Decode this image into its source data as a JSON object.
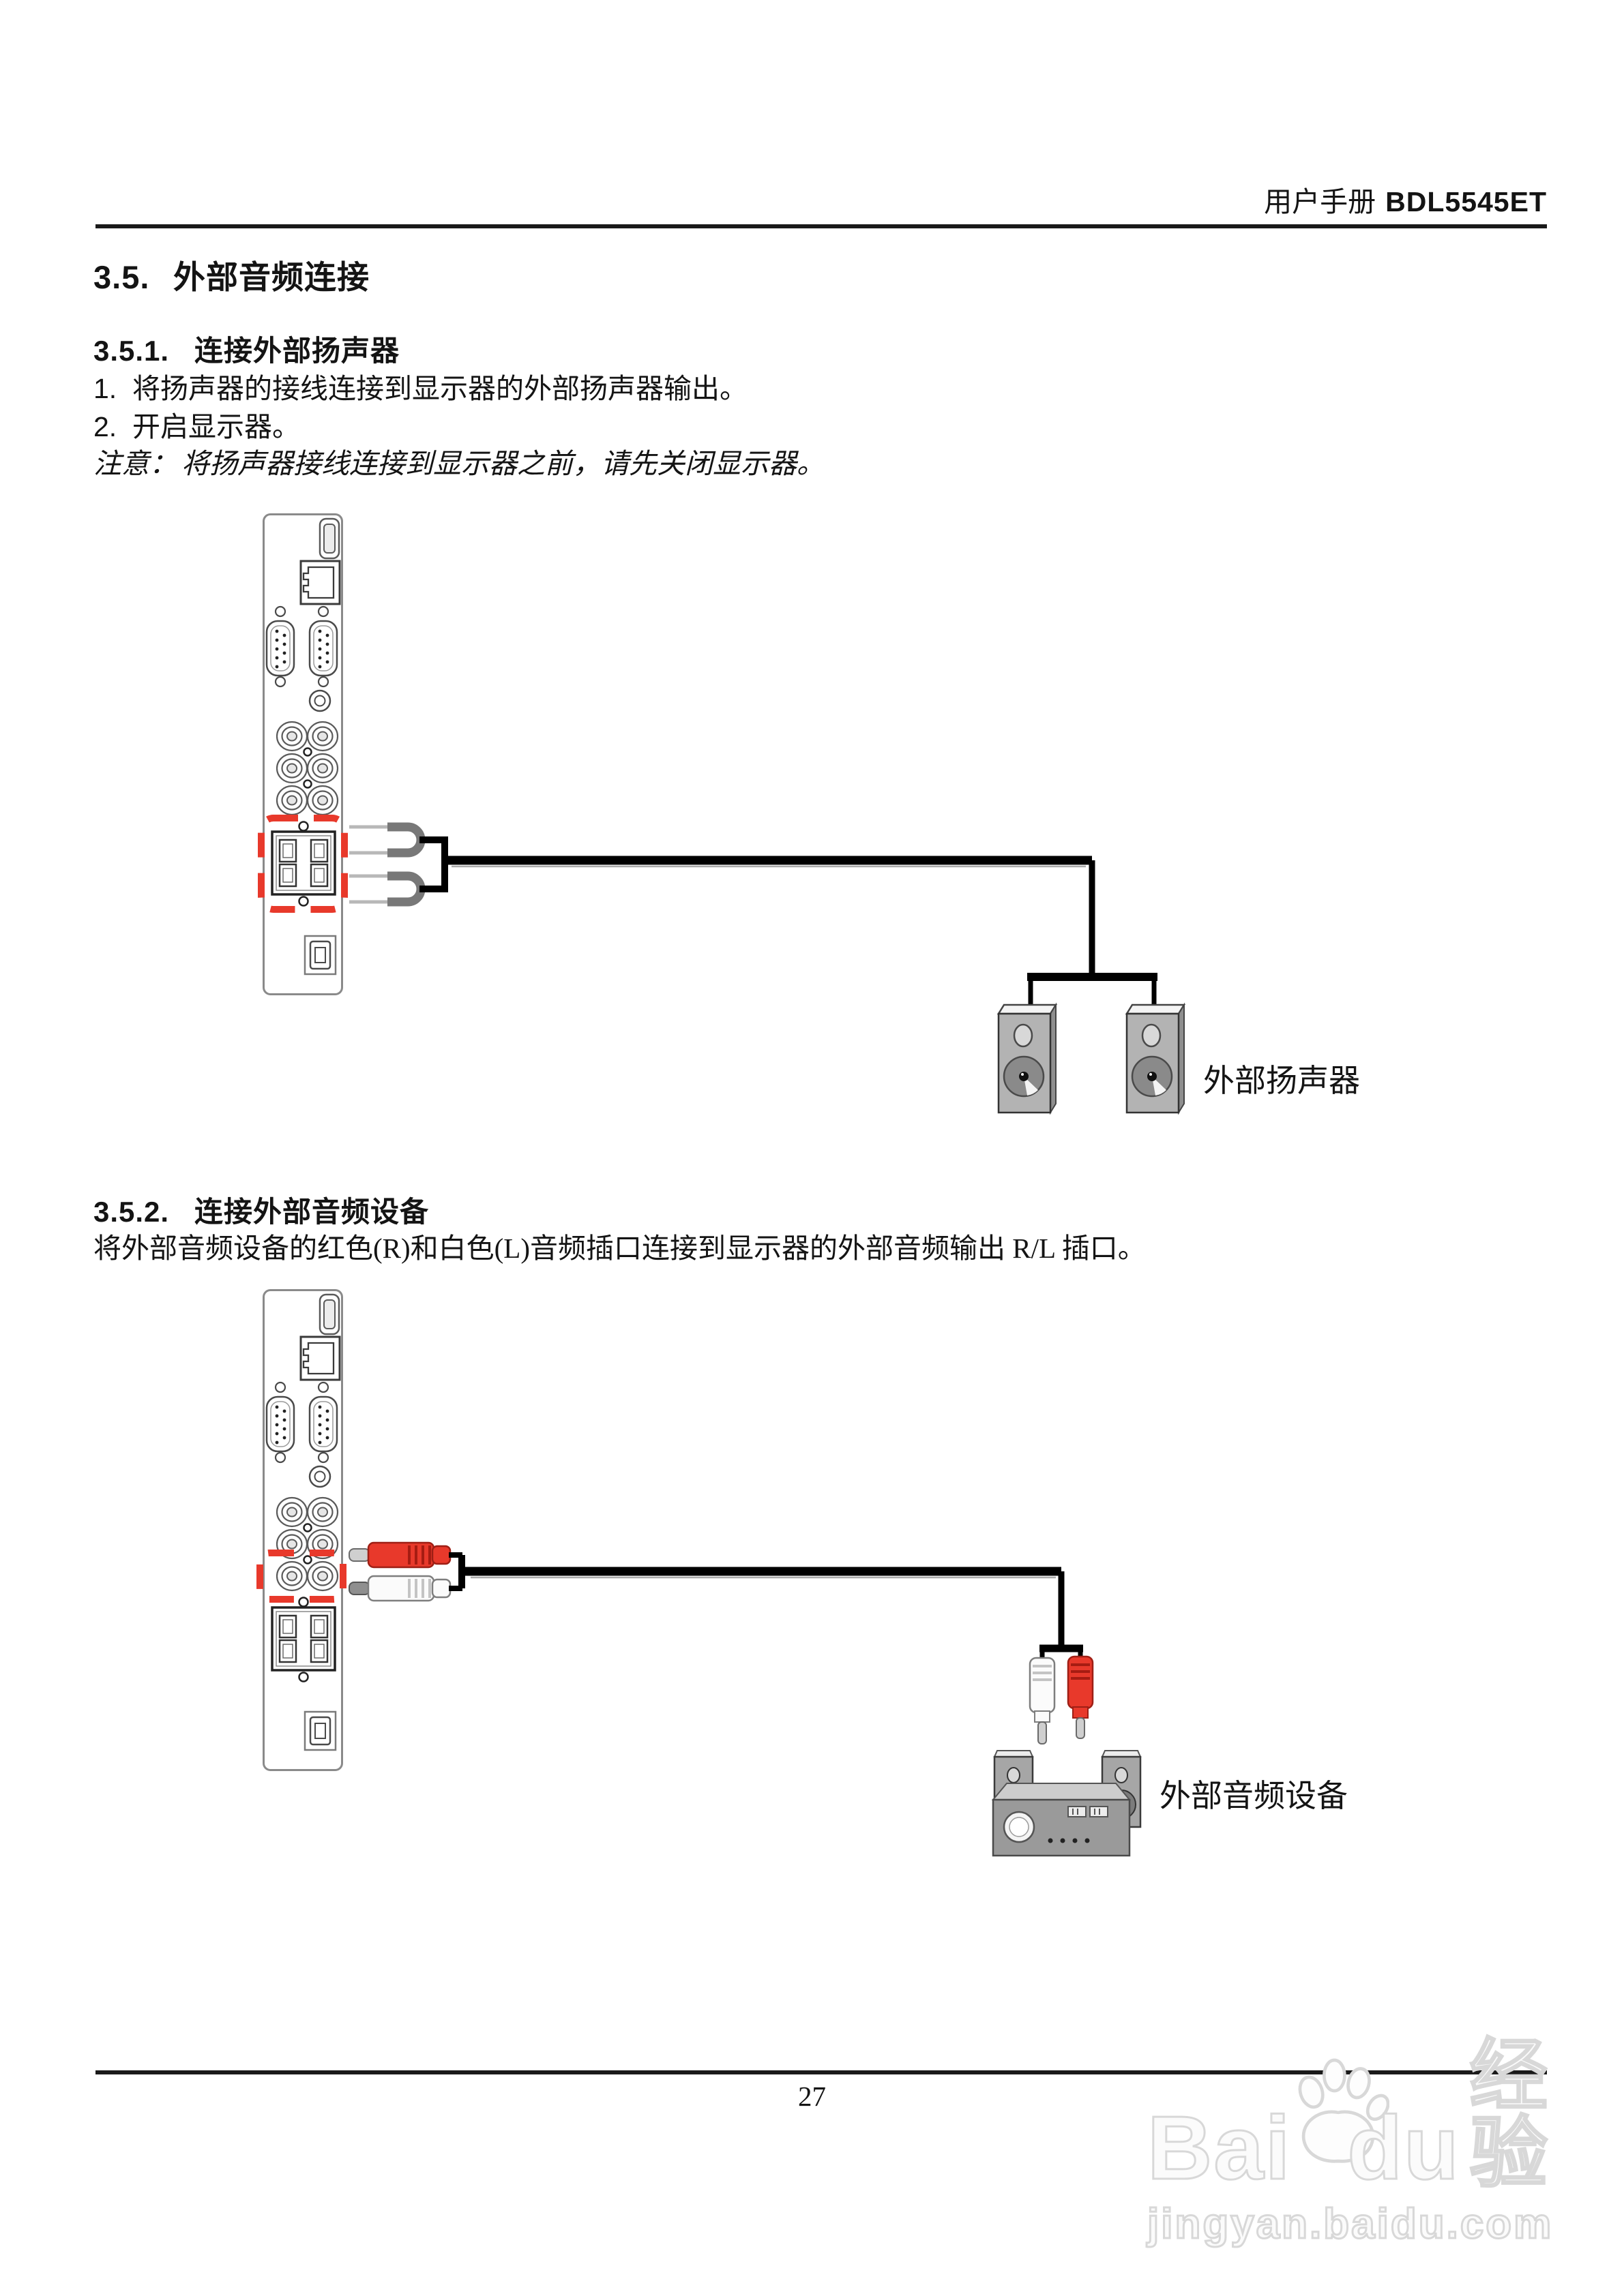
{
  "header": {
    "manual_label": "用户手册",
    "model": "BDL5545ET"
  },
  "sections": {
    "main": {
      "number": "3.5.",
      "title": "外部音频连接"
    },
    "sub1": {
      "number": "3.5.1.",
      "title": "连接外部扬声器",
      "steps": [
        {
          "num": "1.",
          "text": "将扬声器的接线连接到显示器的外部扬声器输出。"
        },
        {
          "num": "2.",
          "text": "开启显示器。"
        }
      ],
      "note_label": "注意：",
      "note_text": "将扬声器接线连接到显示器之前，请先关闭显示器。",
      "figure_label": "外部扬声器"
    },
    "sub2": {
      "number": "3.5.2.",
      "title": "连接外部音频设备",
      "body": "将外部音频设备的红色(R)和白色(L)音频插口连接到显示器的外部音频输出 R/L 插口。",
      "figure_label": "外部音频设备"
    }
  },
  "footer": {
    "page_number": "27"
  },
  "watermark": {
    "logo_prefix": "Bai",
    "logo_suffix": "du",
    "logo_cn": "经验",
    "url": "jingyan.baidu.com"
  },
  "colors": {
    "highlight_red": "#e8392b",
    "rca_red": "#e8392b",
    "rca_white": "#fbfbfb",
    "cable_black": "#000000",
    "panel_line_gray": "#8a8a8a",
    "speaker_gray": "#b3b3b3",
    "watermark_gray": "#d8d8d8"
  }
}
